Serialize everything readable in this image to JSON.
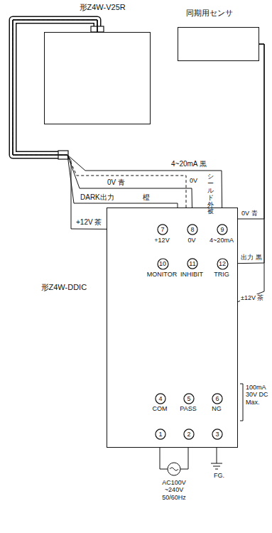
{
  "diagram": {
    "nodes": [
      {
        "text": [
          "形Z4W-V25R"
        ]
      },
      {
        "text": [
          "同期用センサ"
        ]
      },
      {
        "text": [
          "形Z4W-DDIC"
        ]
      },
      {
        "text": [
          "7"
        ],
        "in": 2
      },
      {
        "text": [
          "8"
        ],
        "in": 2
      },
      {
        "text": [
          "9"
        ],
        "in": 2
      },
      {
        "text": [
          "10"
        ],
        "in": 2
      },
      {
        "text": [
          "11"
        ],
        "in": 2
      },
      {
        "text": [
          "12"
        ],
        "in": 2
      },
      {
        "text": [
          "4"
        ],
        "in": 2
      },
      {
        "text": [
          "5"
        ],
        "in": 2
      },
      {
        "text": [
          "6"
        ],
        "in": 2
      },
      {
        "text": [
          "1"
        ],
        "in": 2
      },
      {
        "text": [
          "2"
        ],
        "in": 2
      },
      {
        "text": [
          "3"
        ],
        "in": 2
      }
    ],
    "edges": [
      {
        "from": 0,
        "to": 3,
        "label": "+12V 茶",
        "arrow": "none"
      },
      {
        "from": 0,
        "to": 4,
        "label": "0V 青",
        "arrow": "none"
      },
      {
        "from": 0,
        "to": 7,
        "label": "DARK出力",
        "arrow": "none"
      },
      {
        "from": 0,
        "to": 5,
        "label": "4~20mA 黒",
        "arrow": "none"
      },
      {
        "from": 0,
        "to": 4,
        "arrow": "none"
      },
      {
        "from": 1,
        "to": 4,
        "label": "0V 青",
        "arrow": "none"
      },
      {
        "from": 1,
        "to": 8,
        "label": "出力 黒",
        "arrow": "none"
      },
      {
        "from": 1,
        "to": 2,
        "label": "±12V 茶",
        "arrow": "none"
      }
    ],
    "labels": [
      "+12V",
      "0V",
      "4~20mA",
      "MONITOR",
      "INHIBIT",
      "TRIG",
      "COM",
      "PASS",
      "NG",
      "100mA 30V DC Max.",
      "AC100V ~240V 50/60Hz",
      "FG.",
      "橙",
      "0V",
      "シールド外被"
    ]
  }
}
